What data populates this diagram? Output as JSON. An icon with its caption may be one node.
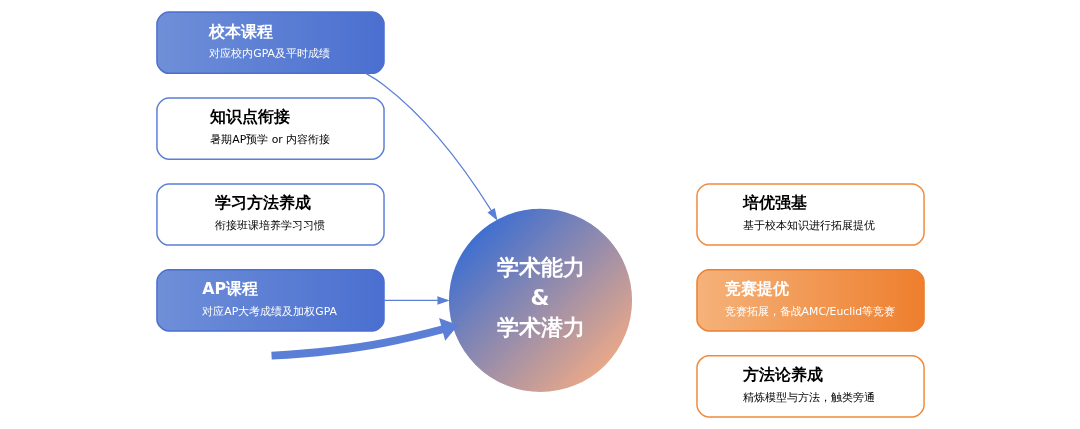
{
  "diagram": {
    "nodes": [
      {
        "text": [
          "校本课程",
          "对应校内GPA及平时成绩"
        ]
      },
      {
        "text": [
          "知识点衔接",
          "暑期AP预学 or 内容衔接"
        ]
      },
      {
        "text": [
          "学习方法养成",
          "衔接班课培养学习习惯"
        ]
      },
      {
        "text": [
          "AP课程",
          "对应AP大考成绩及加权GPA"
        ]
      },
      {
        "text": [
          "学术能力",
          "&",
          "学术潜力"
        ]
      },
      {
        "text": [
          "培优强基",
          "基于校本知识进行拓展提优"
        ]
      },
      {
        "text": [
          "竞赛提优",
          "竞赛拓展，备战AMC/Euclid等竞赛"
        ]
      },
      {
        "text": [
          "方法论养成",
          "精炼模型与方法，触类旁通"
        ]
      }
    ],
    "edges": [
      {
        "from": 0,
        "to": 4,
        "arrow": "to"
      },
      {
        "from": null,
        "to": 4,
        "arrow": "to",
        "style": "thick"
      },
      {
        "from": 3,
        "to": 4,
        "arrow": "to"
      }
    ]
  }
}
